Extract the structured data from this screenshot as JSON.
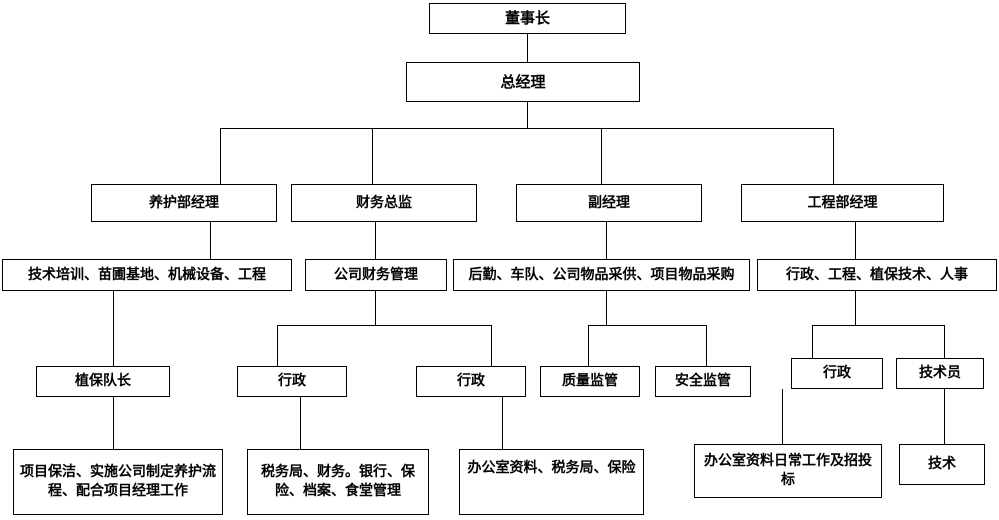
{
  "chart_data": {
    "type": "diagram",
    "subtype": "organization-chart",
    "title": "",
    "orientation": "top-down",
    "box_style": {
      "fill": "#ffffff",
      "stroke": "#000000",
      "stroke_width": 1
    },
    "connector_color": "#000000",
    "levels": 6
  },
  "nodes": {
    "chairman": {
      "label": "董事长"
    },
    "general_manager": {
      "label": "总经理"
    },
    "maintenance_manager": {
      "label": "养护部经理"
    },
    "finance_director": {
      "label": "财务总监"
    },
    "deputy_manager": {
      "label": "副经理"
    },
    "engineering_manager": {
      "label": "工程部经理"
    },
    "maintenance_duties": {
      "label": "技术培训、苗圃基地、机械设备、工程"
    },
    "finance_duties": {
      "label": "公司财务管理"
    },
    "deputy_duties": {
      "label": "后勤、车队、公司物品采供、项目物品采购"
    },
    "engineering_duties": {
      "label": "行政、工程、植保技术、人事"
    },
    "plant_protection_leader": {
      "label": "植保队长"
    },
    "admin_finance_a": {
      "label": "行政"
    },
    "admin_finance_b": {
      "label": "行政"
    },
    "quality_supervisor": {
      "label": "质量监管"
    },
    "safety_supervisor": {
      "label": "安全监管"
    },
    "admin_engineering": {
      "label": "行政"
    },
    "technician": {
      "label": "技术员"
    },
    "plant_protection_duties": {
      "label": "项目保洁、实施公司制定养护流程、配合项目经理工作"
    },
    "admin_finance_a_duties": {
      "label": "税务局、财务。银行、保险、档案、食堂管理"
    },
    "admin_finance_b_duties": {
      "label": "办公室资料、税务局、保险"
    },
    "admin_engineering_duties": {
      "label": "办公室资料日常工作及招投标"
    },
    "technician_duties": {
      "label": "技术"
    }
  }
}
